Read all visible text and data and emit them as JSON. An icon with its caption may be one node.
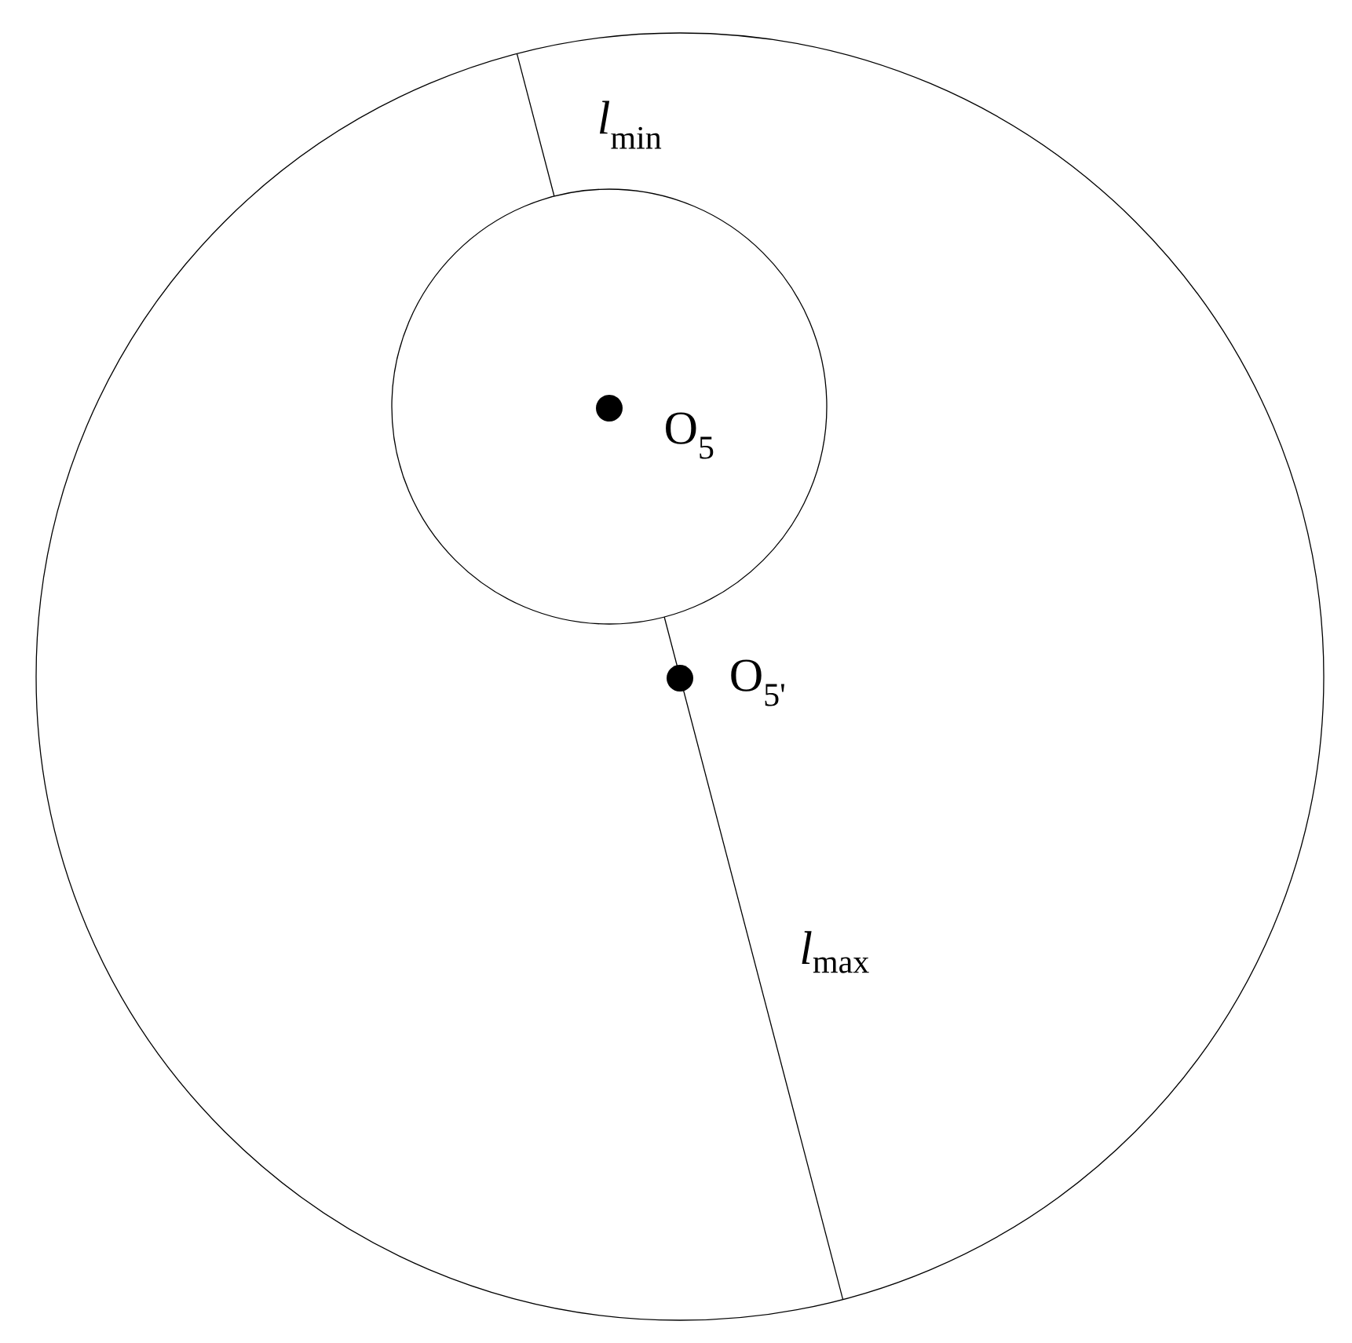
{
  "diagram": {
    "nodes": [
      {
        "text": [],
        "shape": "circle"
      },
      {
        "text": [],
        "shape": "circle",
        "in": 0
      }
    ],
    "labels": [
      "*l*$_{min}$",
      "O$_{5}$",
      "O$_{5'}$",
      "*l*$_{max}$"
    ]
  }
}
